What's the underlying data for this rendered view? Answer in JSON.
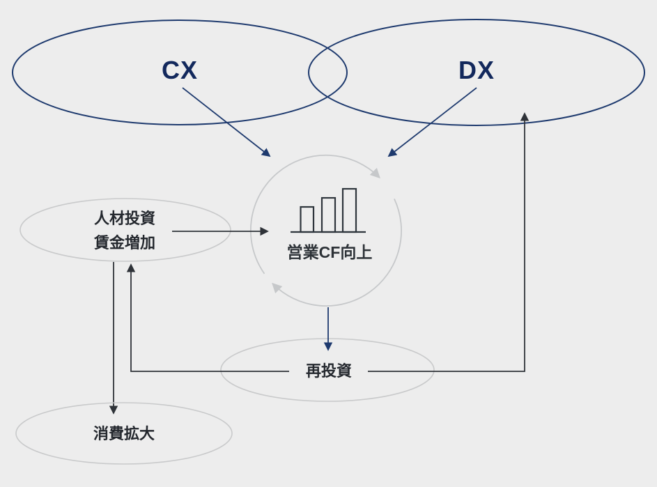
{
  "diagram": {
    "venn": {
      "cx_label": "CX",
      "dx_label": "DX"
    },
    "center_node": {
      "label": "営業CF向上",
      "chart_icon": "bar-chart-icon",
      "cycle_icon": "cycle-arrows-icon"
    },
    "investment_node": {
      "line1": "人材投資",
      "line2": "賃金増加"
    },
    "reinvestment_node": {
      "label": "再投資"
    },
    "consumption_node": {
      "label": "消費拡大"
    },
    "colors": {
      "background": "#ededed",
      "navy_stroke": "#1e3a6e",
      "navy_text": "#12285c",
      "dark_arrow": "#2e3238",
      "gray_ellipse": "#c9cacb",
      "cycle_gray": "#c6c8ca",
      "text_dark": "#24282e"
    }
  }
}
